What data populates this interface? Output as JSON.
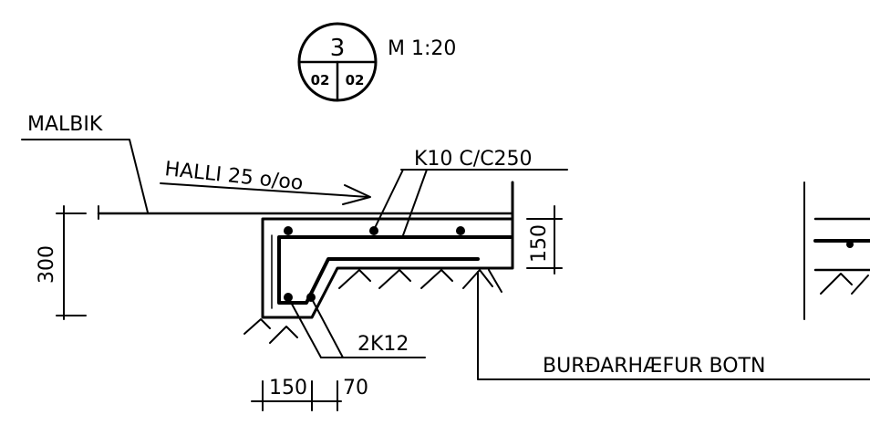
{
  "detail": {
    "number": "3",
    "sheet_left": "02",
    "sheet_right": "02",
    "scale": "M 1:20"
  },
  "labels": {
    "surface": "MALBIK",
    "slope": "HALLI 25 o/oo",
    "top_rebar": "K10 C/C250",
    "bottom_rebar": "2K12",
    "subgrade": "BURÐARHÆFUR BOTN"
  },
  "dimensions": {
    "total_height": "300",
    "slab_thickness": "150",
    "beam_width": "150",
    "offset": "70"
  },
  "colors": {
    "ink": "#000000",
    "paper": "#ffffff"
  }
}
